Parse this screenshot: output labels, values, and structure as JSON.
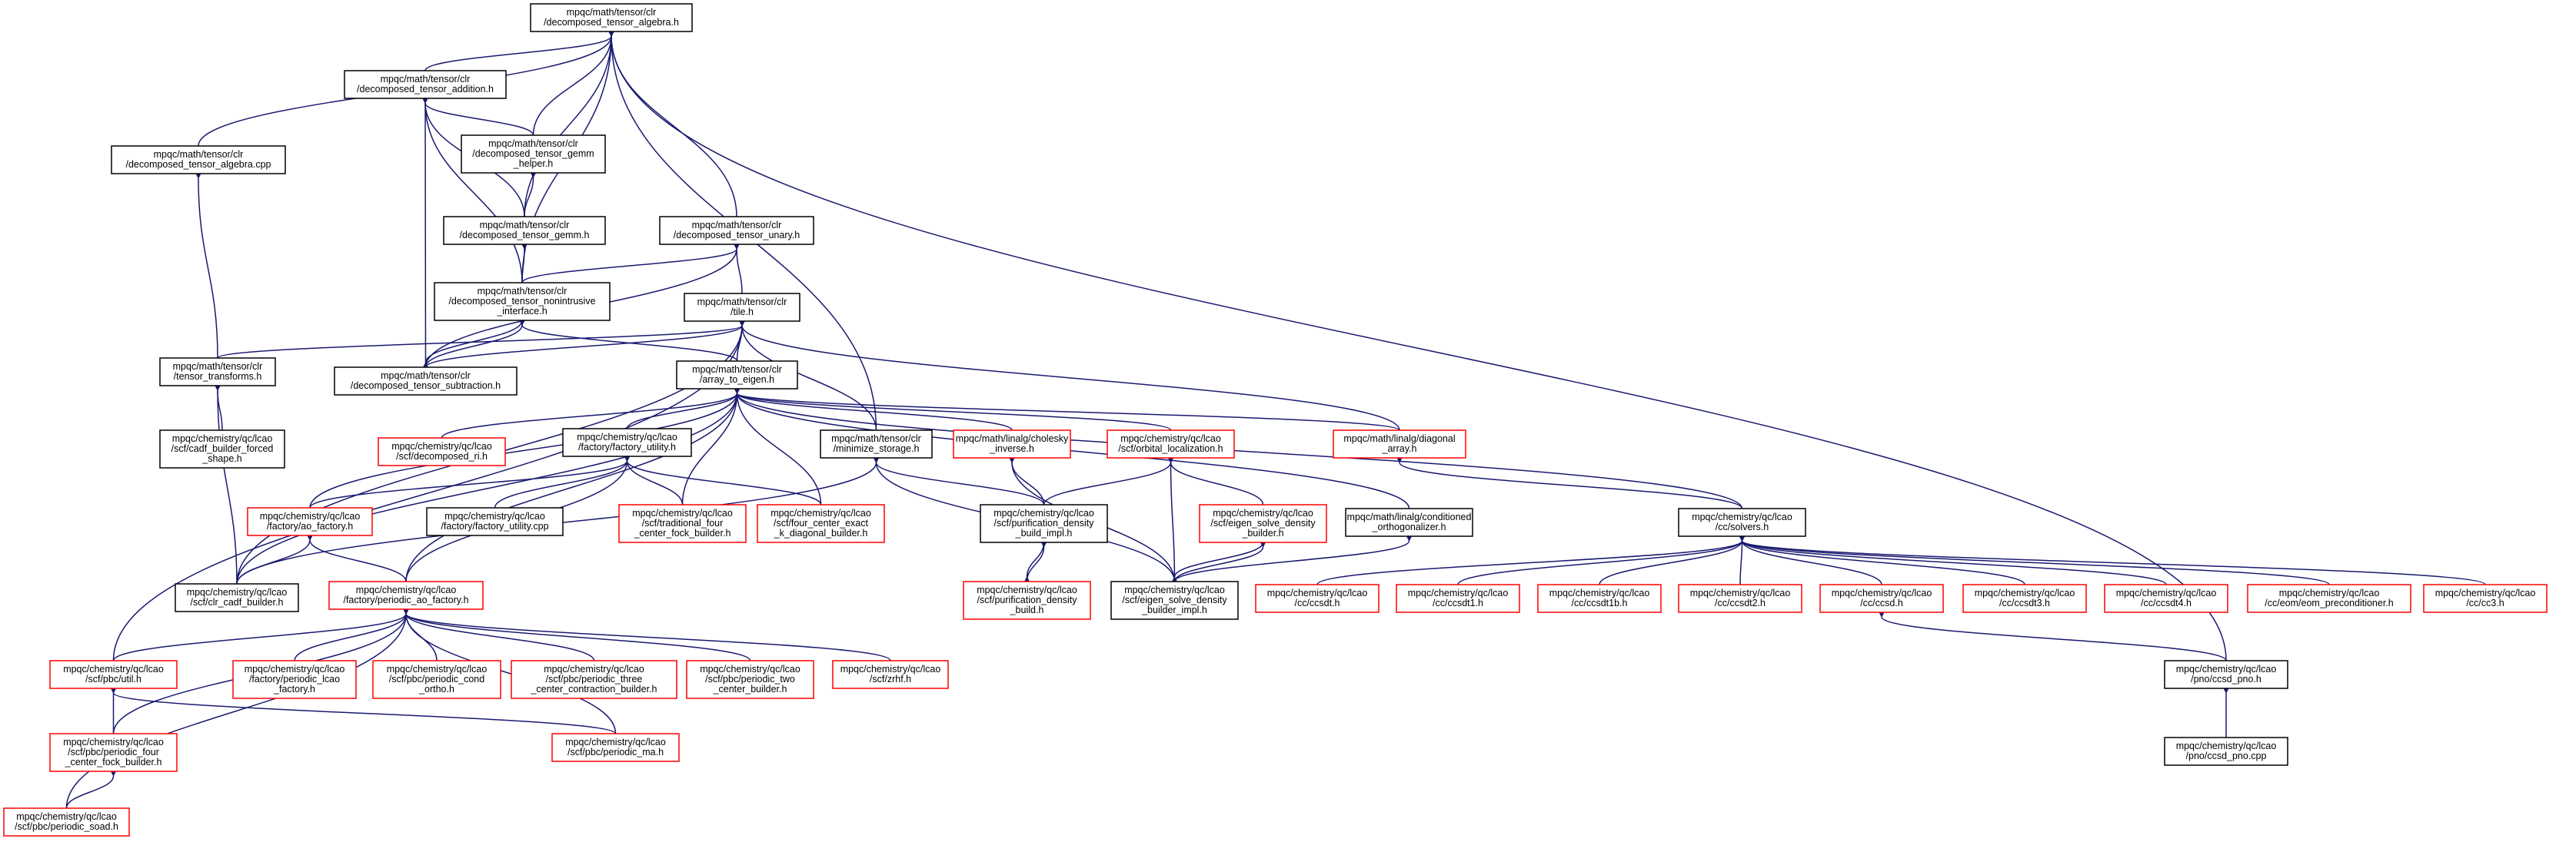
{
  "colors": {
    "edge": "#191970",
    "border_default": "#000000",
    "border_red": "#ff0000",
    "root_fill": "#bfbfbf"
  },
  "nodes": [
    {
      "id": "dta_h",
      "lines": [
        "mpqc/math/tensor/clr",
        "/decomposed_tensor_algebra.h"
      ],
      "color": "gray"
    },
    {
      "id": "dta_add",
      "lines": [
        "mpqc/math/tensor/clr",
        "/decomposed_tensor_addition.h"
      ],
      "color": "black"
    },
    {
      "id": "dta_cpp",
      "lines": [
        "mpqc/math/tensor/clr",
        "/decomposed_tensor_algebra.cpp"
      ],
      "color": "black"
    },
    {
      "id": "gemm_helper",
      "lines": [
        "mpqc/math/tensor/clr",
        "/decomposed_tensor_gemm",
        "_helper.h"
      ],
      "color": "black"
    },
    {
      "id": "gemm",
      "lines": [
        "mpqc/math/tensor/clr",
        "/decomposed_tensor_gemm.h"
      ],
      "color": "black"
    },
    {
      "id": "unary",
      "lines": [
        "mpqc/math/tensor/clr",
        "/decomposed_tensor_unary.h"
      ],
      "color": "black"
    },
    {
      "id": "nonintr",
      "lines": [
        "mpqc/math/tensor/clr",
        "/decomposed_tensor_nonintrusive",
        "_interface.h"
      ],
      "color": "black"
    },
    {
      "id": "tile",
      "lines": [
        "mpqc/math/tensor/clr",
        "/tile.h"
      ],
      "color": "black"
    },
    {
      "id": "transforms",
      "lines": [
        "mpqc/math/tensor/clr",
        "/tensor_transforms.h"
      ],
      "color": "black"
    },
    {
      "id": "subtraction",
      "lines": [
        "mpqc/math/tensor/clr",
        "/decomposed_tensor_subtraction.h"
      ],
      "color": "black"
    },
    {
      "id": "array_to_eigen",
      "lines": [
        "mpqc/math/tensor/clr",
        "/array_to_eigen.h"
      ],
      "color": "black"
    },
    {
      "id": "cadf_forced",
      "lines": [
        "mpqc/chemistry/qc/lcao",
        "/scf/cadf_builder_forced",
        "_shape.h"
      ],
      "color": "black"
    },
    {
      "id": "decomposed_ri",
      "lines": [
        "mpqc/chemistry/qc/lcao",
        "/scf/decomposed_ri.h"
      ],
      "color": "red"
    },
    {
      "id": "factory_utility",
      "lines": [
        "mpqc/chemistry/qc/lcao",
        "/factory/factory_utility.h"
      ],
      "color": "black"
    },
    {
      "id": "minimize",
      "lines": [
        "mpqc/math/tensor/clr",
        "/minimize_storage.h"
      ],
      "color": "black"
    },
    {
      "id": "cholesky",
      "lines": [
        "mpqc/math/linalg/cholesky",
        "_inverse.h"
      ],
      "color": "red"
    },
    {
      "id": "orbital_loc",
      "lines": [
        "mpqc/chemistry/qc/lcao",
        "/scf/orbital_localization.h"
      ],
      "color": "red"
    },
    {
      "id": "diagonal",
      "lines": [
        "mpqc/math/linalg/diagonal",
        "_array.h"
      ],
      "color": "red"
    },
    {
      "id": "ao_factory",
      "lines": [
        "mpqc/chemistry/qc/lcao",
        "/factory/ao_factory.h"
      ],
      "color": "red"
    },
    {
      "id": "factory_utility_cpp",
      "lines": [
        "mpqc/chemistry/qc/lcao",
        "/factory/factory_utility.cpp"
      ],
      "color": "black"
    },
    {
      "id": "trad_four",
      "lines": [
        "mpqc/chemistry/qc/lcao",
        "/scf/traditional_four",
        "_center_fock_builder.h"
      ],
      "color": "red"
    },
    {
      "id": "four_exact",
      "lines": [
        "mpqc/chemistry/qc/lcao",
        "/scf/four_center_exact",
        "_k_diagonal_builder.h"
      ],
      "color": "red"
    },
    {
      "id": "purif_impl",
      "lines": [
        "mpqc/chemistry/qc/lcao",
        "/scf/purification_density",
        "_build_impl.h"
      ],
      "color": "black"
    },
    {
      "id": "eigen_solve",
      "lines": [
        "mpqc/chemistry/qc/lcao",
        "/scf/eigen_solve_density",
        "_builder.h"
      ],
      "color": "red"
    },
    {
      "id": "conditioned",
      "lines": [
        "mpqc/math/linalg/conditioned",
        "_orthogonalizer.h"
      ],
      "color": "black"
    },
    {
      "id": "solvers",
      "lines": [
        "mpqc/chemistry/qc/lcao",
        "/cc/solvers.h"
      ],
      "color": "black"
    },
    {
      "id": "cadf_builder",
      "lines": [
        "mpqc/chemistry/qc/lcao",
        "/scf/clr_cadf_builder.h"
      ],
      "color": "black"
    },
    {
      "id": "periodic_ao",
      "lines": [
        "mpqc/chemistry/qc/lcao",
        "/factory/periodic_ao_factory.h"
      ],
      "color": "red"
    },
    {
      "id": "purif_build",
      "lines": [
        "mpqc/chemistry/qc/lcao",
        "/scf/purification_density",
        "_build.h"
      ],
      "color": "red"
    },
    {
      "id": "eigen_impl",
      "lines": [
        "mpqc/chemistry/qc/lcao",
        "/scf/eigen_solve_density",
        "_builder_impl.h"
      ],
      "color": "black"
    },
    {
      "id": "ccsdt",
      "lines": [
        "mpqc/chemistry/qc/lcao",
        "/cc/ccsdt.h"
      ],
      "color": "red"
    },
    {
      "id": "ccsdt1",
      "lines": [
        "mpqc/chemistry/qc/lcao",
        "/cc/ccsdt1.h"
      ],
      "color": "red"
    },
    {
      "id": "ccsdt1b",
      "lines": [
        "mpqc/chemistry/qc/lcao",
        "/cc/ccsdt1b.h"
      ],
      "color": "red"
    },
    {
      "id": "ccsdt2",
      "lines": [
        "mpqc/chemistry/qc/lcao",
        "/cc/ccsdt2.h"
      ],
      "color": "red"
    },
    {
      "id": "ccsd",
      "lines": [
        "mpqc/chemistry/qc/lcao",
        "/cc/ccsd.h"
      ],
      "color": "red"
    },
    {
      "id": "ccsdt3",
      "lines": [
        "mpqc/chemistry/qc/lcao",
        "/cc/ccsdt3.h"
      ],
      "color": "red"
    },
    {
      "id": "ccsdt4",
      "lines": [
        "mpqc/chemistry/qc/lcao",
        "/cc/ccsdt4.h"
      ],
      "color": "red"
    },
    {
      "id": "eom",
      "lines": [
        "mpqc/chemistry/qc/lcao",
        "/cc/eom/eom_preconditioner.h"
      ],
      "color": "red"
    },
    {
      "id": "cc3",
      "lines": [
        "mpqc/chemistry/qc/lcao",
        "/cc/cc3.h"
      ],
      "color": "red"
    },
    {
      "id": "pbc_util",
      "lines": [
        "mpqc/chemistry/qc/lcao",
        "/scf/pbc/util.h"
      ],
      "color": "red"
    },
    {
      "id": "periodic_lcao",
      "lines": [
        "mpqc/chemistry/qc/lcao",
        "/factory/periodic_lcao",
        "_factory.h"
      ],
      "color": "red"
    },
    {
      "id": "periodic_cond",
      "lines": [
        "mpqc/chemistry/qc/lcao",
        "/scf/pbc/periodic_cond",
        "_ortho.h"
      ],
      "color": "red"
    },
    {
      "id": "periodic_three",
      "lines": [
        "mpqc/chemistry/qc/lcao",
        "/scf/pbc/periodic_three",
        "_center_contraction_builder.h"
      ],
      "color": "red"
    },
    {
      "id": "periodic_two",
      "lines": [
        "mpqc/chemistry/qc/lcao",
        "/scf/pbc/periodic_two",
        "_center_builder.h"
      ],
      "color": "red"
    },
    {
      "id": "zrhf",
      "lines": [
        "mpqc/chemistry/qc/lcao",
        "/scf/zrhf.h"
      ],
      "color": "red"
    },
    {
      "id": "ccsd_pno_h",
      "lines": [
        "mpqc/chemistry/qc/lcao",
        "/pno/ccsd_pno.h"
      ],
      "color": "black"
    },
    {
      "id": "periodic_four",
      "lines": [
        "mpqc/chemistry/qc/lcao",
        "/scf/pbc/periodic_four",
        "_center_fock_builder.h"
      ],
      "color": "red"
    },
    {
      "id": "periodic_ma",
      "lines": [
        "mpqc/chemistry/qc/lcao",
        "/scf/pbc/periodic_ma.h"
      ],
      "color": "red"
    },
    {
      "id": "ccsd_pno_cpp",
      "lines": [
        "mpqc/chemistry/qc/lcao",
        "/pno/ccsd_pno.cpp"
      ],
      "color": "black"
    },
    {
      "id": "periodic_soad",
      "lines": [
        "mpqc/chemistry/qc/lcao",
        "/scf/pbc/periodic_soad.h"
      ],
      "color": "red"
    }
  ],
  "edges": [
    [
      "dta_h",
      "dta_add"
    ],
    [
      "dta_h",
      "dta_cpp"
    ],
    [
      "dta_h",
      "gemm_helper"
    ],
    [
      "dta_h",
      "gemm"
    ],
    [
      "dta_h",
      "nonintr"
    ],
    [
      "dta_h",
      "unary"
    ],
    [
      "dta_h",
      "minimize"
    ],
    [
      "dta_h",
      "ccsd_pno_h"
    ],
    [
      "dta_add",
      "gemm_helper"
    ],
    [
      "dta_add",
      "gemm"
    ],
    [
      "dta_add",
      "nonintr"
    ],
    [
      "dta_add",
      "subtraction"
    ],
    [
      "gemm_helper",
      "gemm"
    ],
    [
      "gemm",
      "nonintr"
    ],
    [
      "unary",
      "nonintr"
    ],
    [
      "unary",
      "tile"
    ],
    [
      "unary",
      "subtraction"
    ],
    [
      "dta_cpp",
      "transforms"
    ],
    [
      "nonintr",
      "subtraction"
    ],
    [
      "subtraction",
      "nonintr"
    ],
    [
      "nonintr",
      "array_to_eigen"
    ],
    [
      "tile",
      "transforms"
    ],
    [
      "tile",
      "subtraction"
    ],
    [
      "tile",
      "array_to_eigen"
    ],
    [
      "tile",
      "minimize"
    ],
    [
      "tile",
      "diagonal"
    ],
    [
      "tile",
      "cadf_builder"
    ],
    [
      "tile",
      "pbc_util"
    ],
    [
      "transforms",
      "cadf_forced"
    ],
    [
      "transforms",
      "cadf_builder"
    ],
    [
      "array_to_eigen",
      "decomposed_ri"
    ],
    [
      "array_to_eigen",
      "factory_utility"
    ],
    [
      "array_to_eigen",
      "cholesky"
    ],
    [
      "array_to_eigen",
      "orbital_loc"
    ],
    [
      "array_to_eigen",
      "diagonal"
    ],
    [
      "array_to_eigen",
      "ao_factory"
    ],
    [
      "array_to_eigen",
      "trad_four"
    ],
    [
      "array_to_eigen",
      "four_exact"
    ],
    [
      "array_to_eigen",
      "conditioned"
    ],
    [
      "array_to_eigen",
      "solvers"
    ],
    [
      "array_to_eigen",
      "cadf_builder"
    ],
    [
      "array_to_eigen",
      "periodic_ao"
    ],
    [
      "factory_utility",
      "ao_factory"
    ],
    [
      "factory_utility",
      "factory_utility_cpp"
    ],
    [
      "factory_utility",
      "trad_four"
    ],
    [
      "factory_utility",
      "four_exact"
    ],
    [
      "factory_utility",
      "periodic_ao"
    ],
    [
      "minimize",
      "purif_impl"
    ],
    [
      "minimize",
      "eigen_impl"
    ],
    [
      "minimize",
      "cadf_builder"
    ],
    [
      "cholesky",
      "purif_impl"
    ],
    [
      "cholesky",
      "eigen_impl"
    ],
    [
      "orbital_loc",
      "purif_impl"
    ],
    [
      "orbital_loc",
      "eigen_solve"
    ],
    [
      "orbital_loc",
      "eigen_impl"
    ],
    [
      "diagonal",
      "solvers"
    ],
    [
      "ao_factory",
      "cadf_builder"
    ],
    [
      "ao_factory",
      "periodic_ao"
    ],
    [
      "purif_impl",
      "purif_build"
    ],
    [
      "purif_build",
      "purif_impl"
    ],
    [
      "eigen_solve",
      "eigen_impl"
    ],
    [
      "eigen_impl",
      "eigen_solve"
    ],
    [
      "conditioned",
      "eigen_impl"
    ],
    [
      "solvers",
      "ccsdt"
    ],
    [
      "solvers",
      "ccsdt1"
    ],
    [
      "solvers",
      "ccsdt1b"
    ],
    [
      "solvers",
      "ccsdt2"
    ],
    [
      "solvers",
      "ccsd"
    ],
    [
      "solvers",
      "ccsdt3"
    ],
    [
      "solvers",
      "ccsdt4"
    ],
    [
      "solvers",
      "eom"
    ],
    [
      "solvers",
      "cc3"
    ],
    [
      "ccsd",
      "ccsd_pno_h"
    ],
    [
      "ccsd_pno_h",
      "ccsd_pno_cpp"
    ],
    [
      "periodic_ao",
      "pbc_util"
    ],
    [
      "periodic_ao",
      "periodic_lcao"
    ],
    [
      "periodic_ao",
      "periodic_cond"
    ],
    [
      "periodic_ao",
      "periodic_three"
    ],
    [
      "periodic_ao",
      "periodic_two"
    ],
    [
      "periodic_ao",
      "zrhf"
    ],
    [
      "periodic_ao",
      "periodic_four"
    ],
    [
      "periodic_ao",
      "periodic_ma"
    ],
    [
      "periodic_ao",
      "periodic_soad"
    ],
    [
      "pbc_util",
      "periodic_four"
    ],
    [
      "pbc_util",
      "periodic_ma"
    ],
    [
      "periodic_four",
      "periodic_soad"
    ]
  ]
}
